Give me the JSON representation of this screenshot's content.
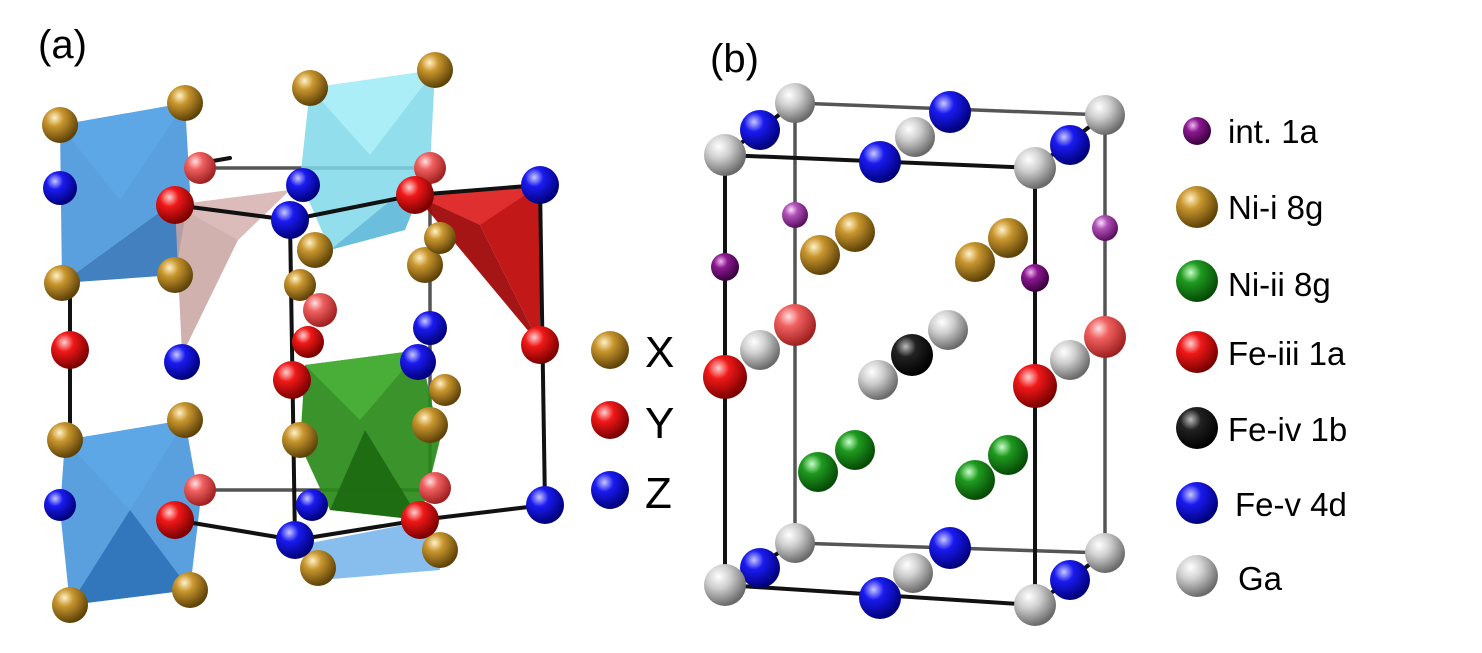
{
  "panel_a": {
    "label": "(a)",
    "legend": [
      {
        "text": "X",
        "color": "#a87a1c"
      },
      {
        "text": "Y",
        "color": "#e8121a"
      },
      {
        "text": "Z",
        "color": "#1010e0"
      }
    ],
    "polyhedra": [
      {
        "name": "octahedron",
        "color": "#3d8fd9"
      },
      {
        "name": "octahedron",
        "color": "#8fe3f0"
      },
      {
        "name": "tetrahedron",
        "color": "#c9a3a0"
      },
      {
        "name": "tetrahedron",
        "color": "#d41212"
      },
      {
        "name": "octahedron",
        "color": "#2a8a1a"
      }
    ]
  },
  "panel_b": {
    "label": "(b)",
    "legend": [
      {
        "text": "int. 1a",
        "color": "#7a1080"
      },
      {
        "text": "Ni-i 8g",
        "color": "#a87a1c"
      },
      {
        "text": "Ni-ii 8g",
        "color": "#1a8a1a"
      },
      {
        "text": "Fe-iii 1a",
        "color": "#e8121a"
      },
      {
        "text": "Fe-iv 1b",
        "color": "#111111"
      },
      {
        "text": "Fe-v 4d",
        "color": "#1010e0"
      },
      {
        "text": "Ga",
        "color": "#bdbdbd"
      }
    ]
  },
  "colors": {
    "gold": "#a87a1c",
    "red": "#e8121a",
    "blue": "#1010e0",
    "green": "#1a8a1a",
    "black": "#111111",
    "gray": "#bdbdbd",
    "purple": "#7a1080"
  }
}
